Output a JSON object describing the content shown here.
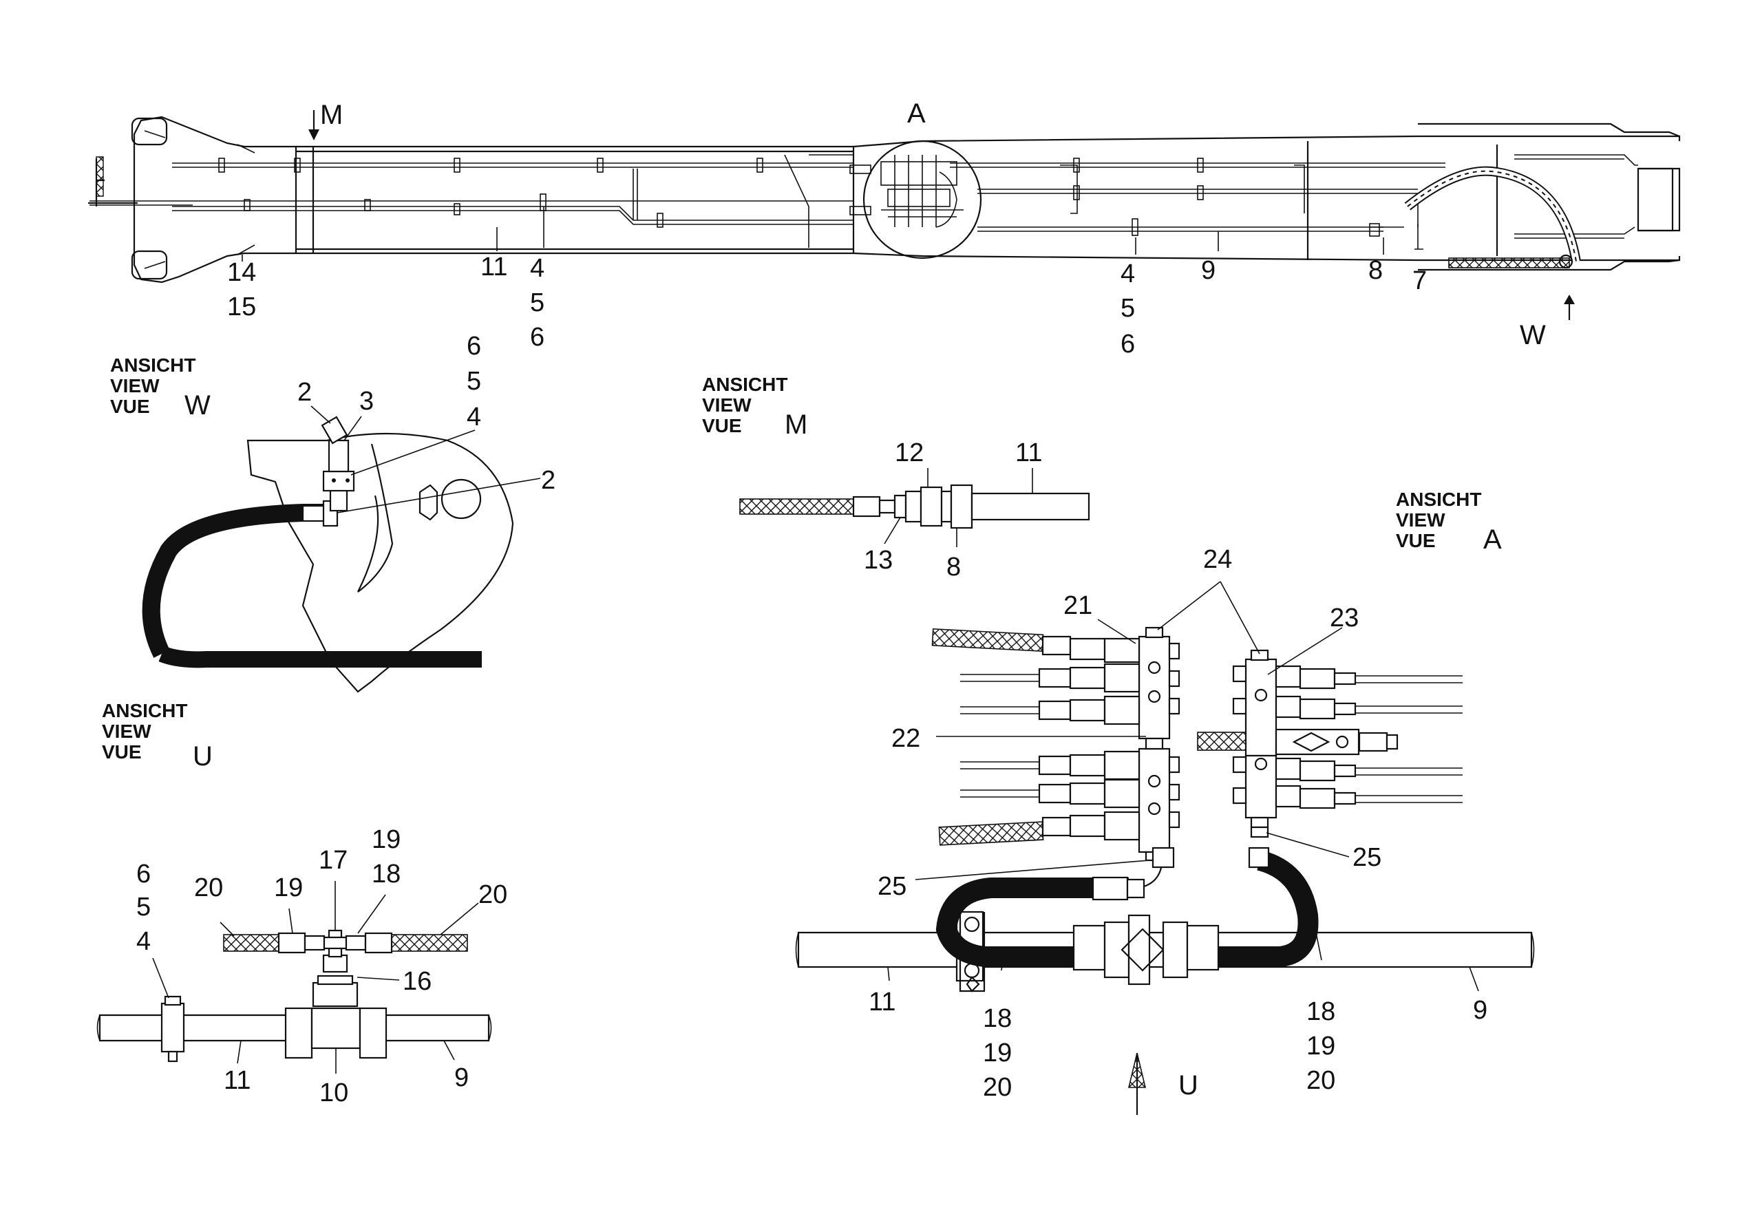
{
  "views": {
    "top": {
      "marker_m": "M",
      "marker_a": "A",
      "marker_w": "W"
    },
    "w": {
      "t1": "ANSICHT",
      "t2": "VIEW",
      "t3": "VUE",
      "letter": "W"
    },
    "m": {
      "t1": "ANSICHT",
      "t2": "VIEW",
      "t3": "VUE",
      "letter": "M"
    },
    "a": {
      "t1": "ANSICHT",
      "t2": "VIEW",
      "t3": "VUE",
      "letter": "A"
    },
    "u": {
      "t1": "ANSICHT",
      "t2": "VIEW",
      "t3": "VUE",
      "letter": "U",
      "arrow_letter": "U"
    }
  },
  "labels": {
    "top": {
      "c14": "14",
      "c15": "15",
      "c11": "11",
      "c4a": "4",
      "c5a": "5",
      "c6a": "6",
      "c4b": "4",
      "c5b": "5",
      "c6b": "6",
      "c9": "9",
      "c8": "8",
      "c7": "7"
    },
    "w": {
      "c2a": "2",
      "c3": "3",
      "c6": "6",
      "c5": "5",
      "c4": "4",
      "c2b": "2"
    },
    "m": {
      "c12": "12",
      "c11": "11",
      "c13": "13",
      "c8": "8"
    },
    "u": {
      "c6": "6",
      "c5": "5",
      "c4": "4",
      "c20a": "20",
      "c19a": "19",
      "c17": "17",
      "c19b": "19",
      "c18": "18",
      "c20b": "20",
      "c16": "16",
      "c11": "11",
      "c10": "10",
      "c9": "9"
    },
    "a": {
      "c24": "24",
      "c21": "21",
      "c23": "23",
      "c22": "22",
      "c25a": "25",
      "c25b": "25",
      "c11": "11",
      "c9": "9",
      "c18a": "18",
      "c19a": "19",
      "c20a": "20",
      "c18b": "18",
      "c19b": "19",
      "c20b": "20"
    }
  }
}
